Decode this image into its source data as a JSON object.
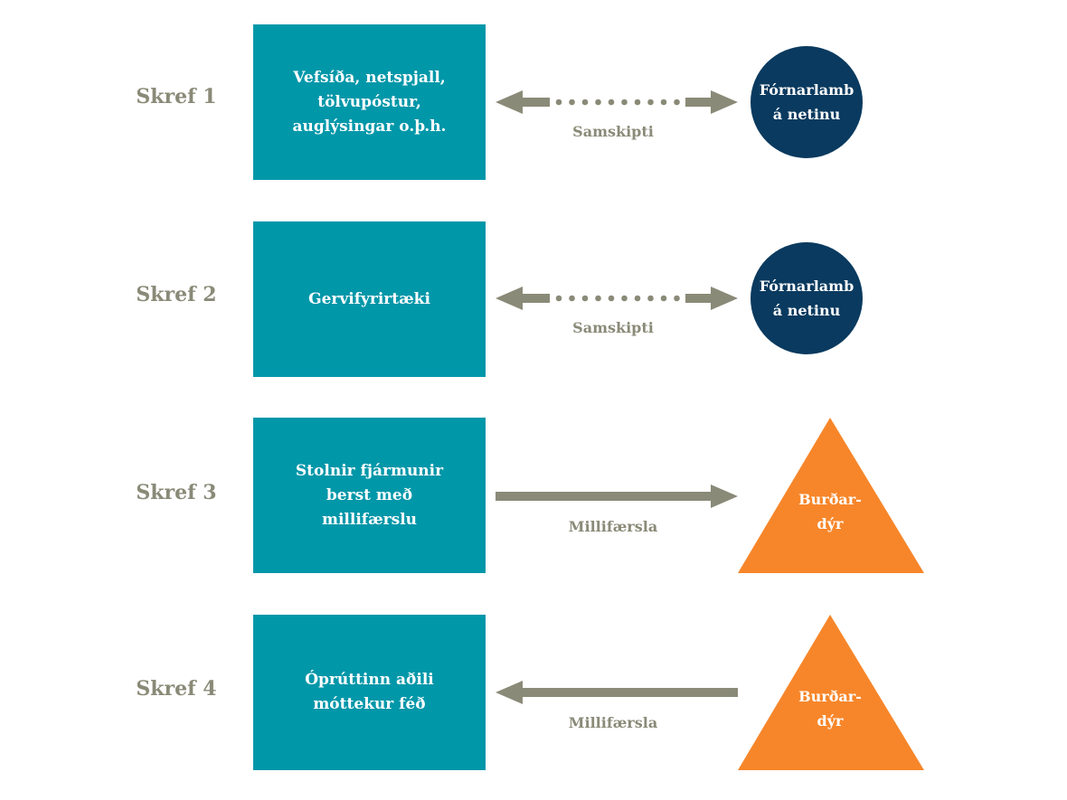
{
  "steps": [
    {
      "label": "Skref 1",
      "box": [
        "Vefsíða, netspjall,",
        "tölvupóstur,",
        "auglýsingar o.þ.h."
      ],
      "arrow": "both-dotted",
      "arrow_label": "Samskipti",
      "target_shape": "circle",
      "target": [
        "Fórnarlamb",
        "á netinu"
      ]
    },
    {
      "label": "Skref 2",
      "box": [
        "Gervifyrirtæki"
      ],
      "arrow": "both-dotted",
      "arrow_label": "Samskipti",
      "target_shape": "circle",
      "target": [
        "Fórnarlamb",
        "á netinu"
      ]
    },
    {
      "label": "Skref 3",
      "box": [
        "Stolnir fjármunir",
        "berst með",
        "millifærslu"
      ],
      "arrow": "right",
      "arrow_label": "Millifærsla",
      "target_shape": "triangle",
      "target": [
        "Burðar-",
        "dýr"
      ]
    },
    {
      "label": "Skref 4",
      "box": [
        "Óprúttinn aðili",
        "móttekur féð"
      ],
      "arrow": "left",
      "arrow_label": "Millifærsla",
      "target_shape": "triangle",
      "target": [
        "Burðar-",
        "dýr"
      ]
    }
  ],
  "colors": {
    "box": "#0097a9",
    "circle": "#0a3a5f",
    "triangle": "#f7862a",
    "arrow": "#8a8a78"
  }
}
